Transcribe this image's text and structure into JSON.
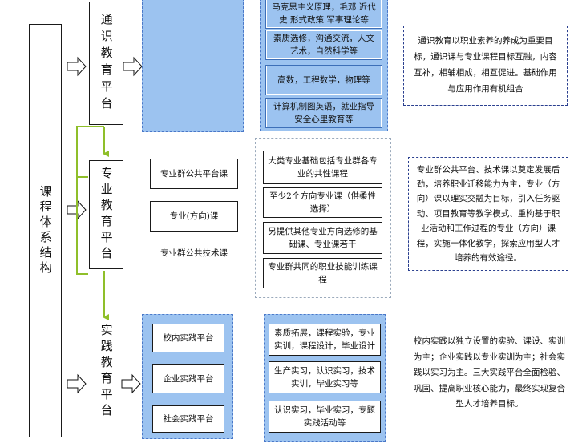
{
  "root_label": "课程体系结构",
  "platforms": {
    "general": "通识教育平台",
    "major": "专业教育平台",
    "practice": "实践教育平台"
  },
  "general_courses": [
    "马克思主义原理，毛邓 近代史 形式政策 军事理论等",
    "素质选修，沟通交流，人文艺术，自然科学等",
    "高数，工程数学，物理等",
    "计算机制图英语，就业指导安全心里教育等"
  ],
  "general_note": "通识教育以职业素养的养成为重要目标，通识课与专业课程目标互融，内容互补，相辅相成，相互促进。基础作用与应用作用有机组合",
  "major_modules": [
    "专业群公共平台课",
    "专业(方向)课",
    "专业群公共技术课"
  ],
  "major_courses": [
    "大类专业基础包括专业群各专业的共性课程",
    "至少2个方向专业课（供柔性选择）",
    "另提供其他专业方向选修的基础课、专业课若干",
    "专业群共同的职业技能训练课程"
  ],
  "major_note": "专业群公共平台、技术课以奠定发展后劲，培养职业迁移能力为主，专业（方向）课以理实交融为目标，引入任务驱动、项目教育等教学模式、重构基于职业活动和工作过程的专业（方向）课程，实施一体化教学，探索应用型人才培养的有效途径。",
  "practice_modules": [
    "校内实践平台",
    "企业实践平台",
    "社会实践平台"
  ],
  "practice_courses": [
    "素质拓展，课程实验，专业实训，课程设计，毕业设计",
    "生产实习，认识实习，技术实训，毕业实习等",
    "认识实习，毕业实习，专题实践活动等"
  ],
  "practice_note": "校内实践以独立设置的实验、课设、实训为主；企业实践以专业实训为主；社会实践以实习为主。三大实践平台全面检验、巩固、提高职业核心能力，最终实现复合型人才培养目标。",
  "colors": {
    "panel_blue": "#9cc3f0",
    "arrow_green": "#8fbf2a",
    "dash_navy": "#2a3f8f"
  }
}
